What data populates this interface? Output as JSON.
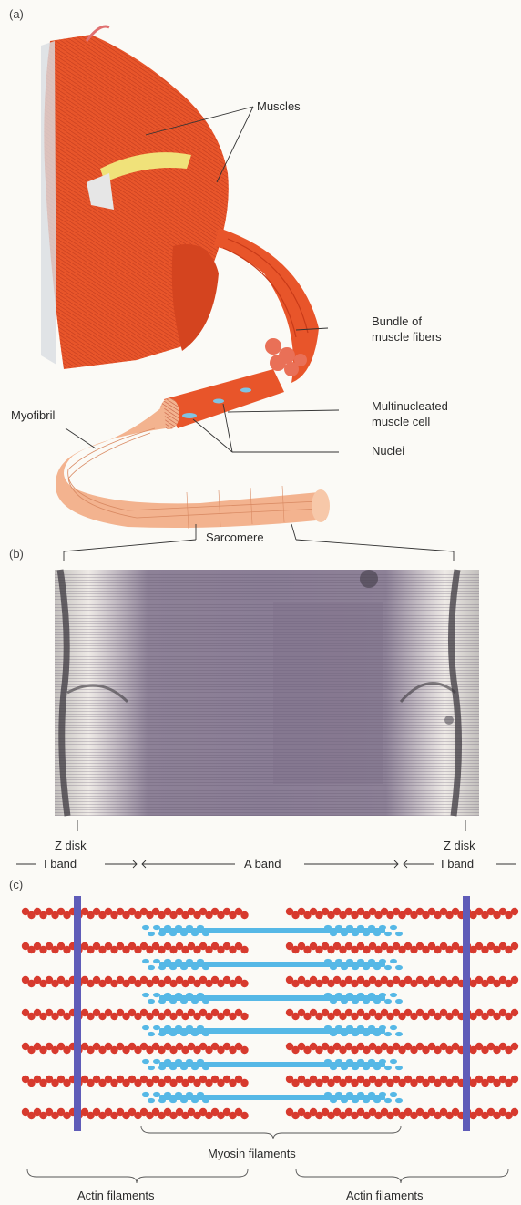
{
  "panels": {
    "a": "(a)",
    "b": "(b)",
    "c": "(c)"
  },
  "labels": {
    "muscles": "Muscles",
    "bundle": [
      "Bundle of",
      "muscle fibers"
    ],
    "multinucleated": [
      "Multinucleated",
      "muscle cell"
    ],
    "nuclei": "Nuclei",
    "myofibril": "Myofibril",
    "sarcomere": "Sarcomere",
    "z_disk": "Z disk",
    "i_band": "I band",
    "a_band": "A band",
    "myosin": "Myosin filaments",
    "actin": "Actin filaments"
  },
  "colors": {
    "muscle": "#e8552a",
    "muscle_dark": "#c83a18",
    "fiber": "#f3b38f",
    "actin": "#d73a2e",
    "myosin": "#56b8e6",
    "zline": "#5f5cb8",
    "micrograph": "#8e8298"
  }
}
